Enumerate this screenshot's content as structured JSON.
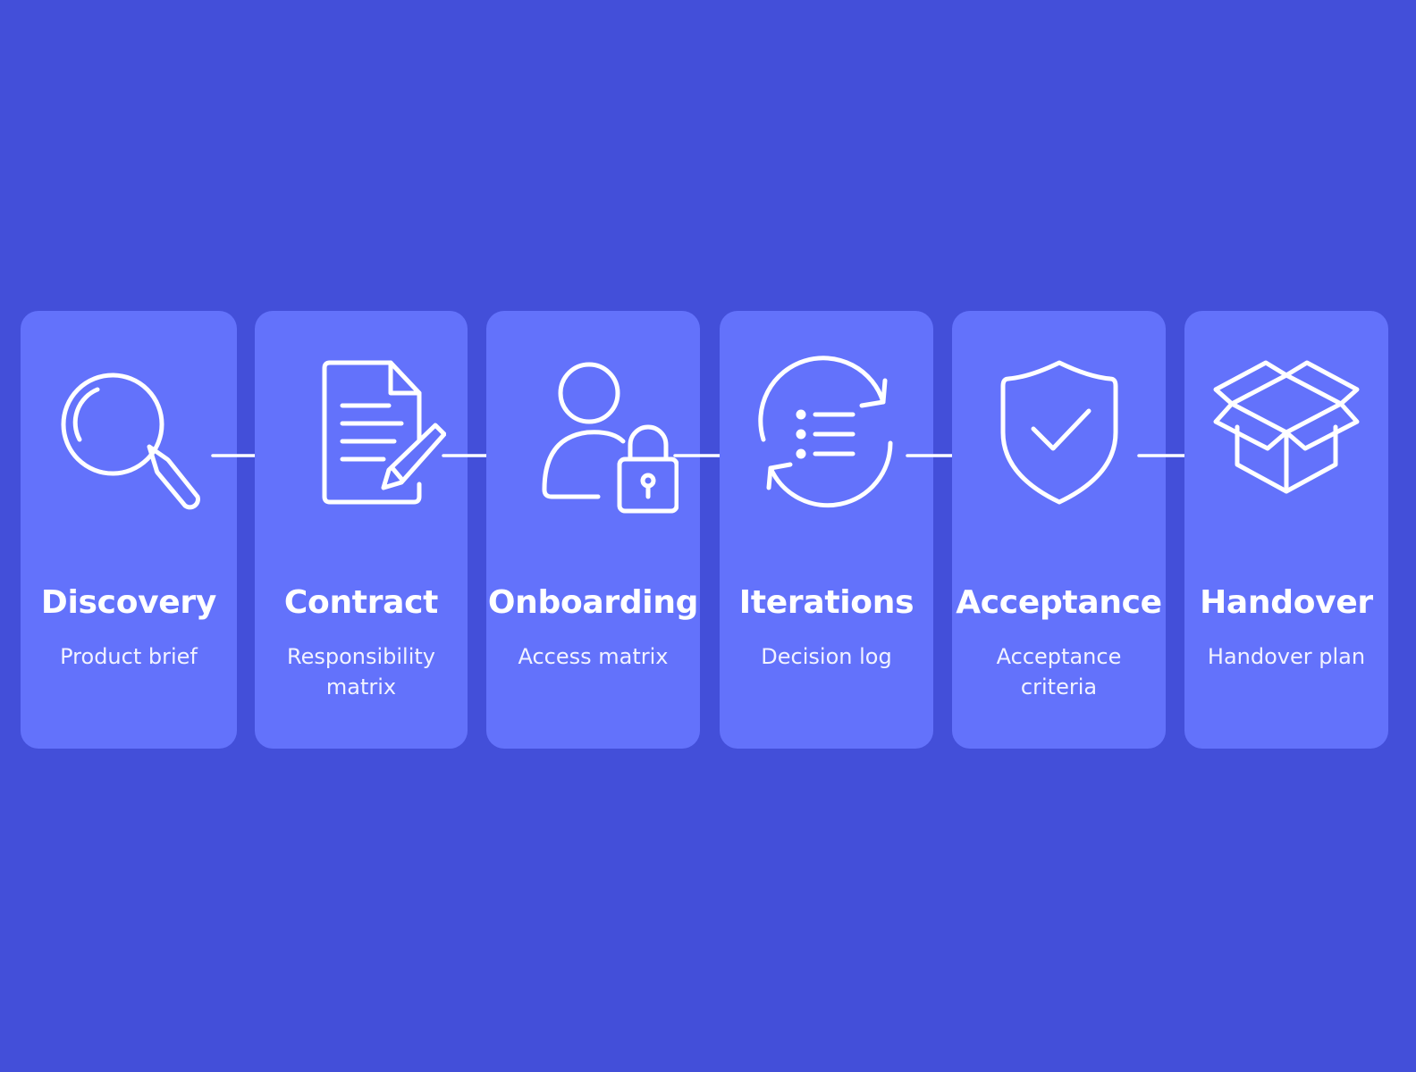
{
  "steps": [
    {
      "title": "Discovery",
      "subtitle": "Product brief",
      "icon": "magnifier-icon"
    },
    {
      "title": "Contract",
      "subtitle": "Responsibility matrix",
      "icon": "document-pen-icon"
    },
    {
      "title": "Onboarding",
      "subtitle": "Access matrix",
      "icon": "user-lock-icon"
    },
    {
      "title": "Iterations",
      "subtitle": "Decision log",
      "icon": "cycle-list-icon"
    },
    {
      "title": "Acceptance",
      "subtitle": "Acceptance criteria",
      "icon": "shield-check-icon"
    },
    {
      "title": "Handover",
      "subtitle": "Handover plan",
      "icon": "open-box-icon"
    }
  ],
  "colors": {
    "background": "#434fd9",
    "card": "#6372fb",
    "foreground": "#ffffff"
  }
}
